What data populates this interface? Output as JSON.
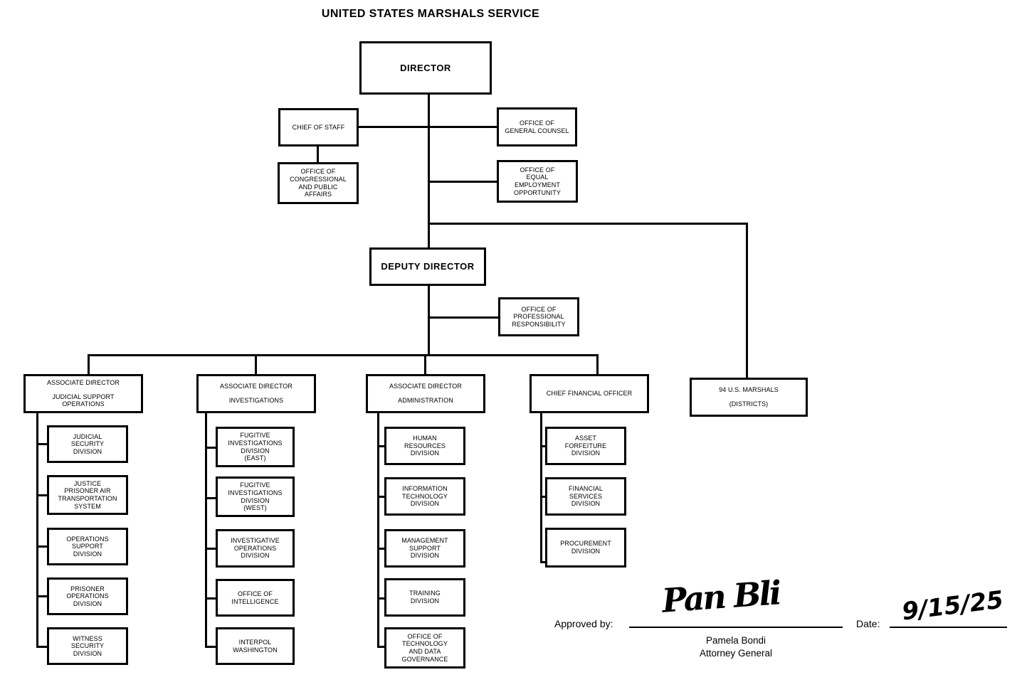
{
  "title": "UNITED STATES MARSHALS SERVICE",
  "nodes": {
    "director": {
      "label": "DIRECTOR"
    },
    "chief_of_staff": {
      "label": "CHIEF OF STAFF"
    },
    "office_congressional": {
      "lines": [
        "OFFICE OF",
        "CONGRESSIONAL",
        "AND PUBLIC",
        "AFFAIRS"
      ]
    },
    "office_general_counsel": {
      "lines": [
        "OFFICE OF",
        "GENERAL COUNSEL"
      ]
    },
    "office_eeo": {
      "lines": [
        "OFFICE OF",
        "EQUAL",
        "EMPLOYMENT",
        "OPPORTUNITY"
      ]
    },
    "deputy_director": {
      "label": "DEPUTY DIRECTOR"
    },
    "office_professional_responsibility": {
      "lines": [
        "OFFICE OF",
        "PROFESSIONAL",
        "RESPONSIBILITY"
      ]
    },
    "ad_judicial": {
      "title": "ASSOCIATE DIRECTOR",
      "sub": [
        "JUDICIAL SUPPORT",
        "OPERATIONS"
      ]
    },
    "ad_investigations": {
      "title": "ASSOCIATE DIRECTOR",
      "sub": [
        "INVESTIGATIONS"
      ]
    },
    "ad_administration": {
      "title": "ASSOCIATE DIRECTOR",
      "sub": [
        "ADMINISTRATION"
      ]
    },
    "cfo": {
      "label": "CHIEF FINANCIAL OFFICER"
    },
    "marshals": {
      "title": "94 U.S. MARSHALS",
      "sub": [
        "(DISTRICTS)"
      ]
    }
  },
  "columns": {
    "judicial_support": [
      {
        "lines": [
          "JUDICIAL",
          "SECURITY",
          "DIVISION"
        ]
      },
      {
        "lines": [
          "JUSTICE",
          "PRISONER AIR",
          "TRANSPORTATION",
          "SYSTEM"
        ]
      },
      {
        "lines": [
          "OPERATIONS",
          "SUPPORT",
          "DIVISION"
        ]
      },
      {
        "lines": [
          "PRISONER",
          "OPERATIONS",
          "DIVISION"
        ]
      },
      {
        "lines": [
          "WITNESS",
          "SECURITY",
          "DIVISION"
        ]
      }
    ],
    "investigations": [
      {
        "lines": [
          "FUGITIVE",
          "INVESTIGATIONS",
          "DIVISION",
          "(EAST)"
        ]
      },
      {
        "lines": [
          "FUGITIVE",
          "INVESTIGATIONS",
          "DIVISION",
          "(WEST)"
        ]
      },
      {
        "lines": [
          "INVESTIGATIVE",
          "OPERATIONS",
          "DIVISION"
        ]
      },
      {
        "lines": [
          "OFFICE OF",
          "INTELLIGENCE"
        ]
      },
      {
        "lines": [
          "INTERPOL",
          "WASHINGTON"
        ]
      }
    ],
    "administration": [
      {
        "lines": [
          "HUMAN",
          "RESOURCES",
          "DIVISION"
        ]
      },
      {
        "lines": [
          "INFORMATION",
          "TECHNOLOGY",
          "DIVISION"
        ]
      },
      {
        "lines": [
          "MANAGEMENT",
          "SUPPORT",
          "DIVISION"
        ]
      },
      {
        "lines": [
          "TRAINING",
          "DIVISION"
        ]
      },
      {
        "lines": [
          "OFFICE OF",
          "TECHNOLOGY",
          "AND DATA",
          "GOVERNANCE"
        ]
      }
    ],
    "financial": [
      {
        "lines": [
          "ASSET",
          "FORFEITURE",
          "DIVISION"
        ]
      },
      {
        "lines": [
          "FINANCIAL",
          "SERVICES",
          "DIVISION"
        ]
      },
      {
        "lines": [
          "PROCUREMENT",
          "DIVISION"
        ]
      }
    ]
  },
  "approval": {
    "approved_by_label": "Approved by:",
    "signature_mark": "Pan Bli",
    "signer_name": "Pamela Bondi",
    "signer_title": "Attorney General",
    "date_label": "Date:",
    "date_value": "9/15/25"
  }
}
